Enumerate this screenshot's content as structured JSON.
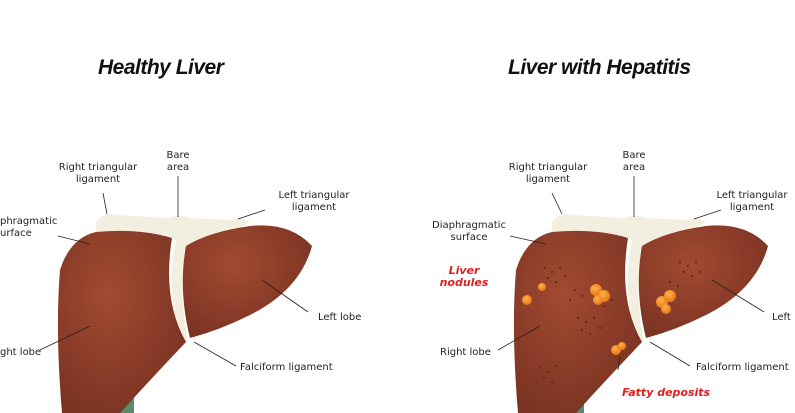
{
  "panels": [
    {
      "title": "Healthy Liver",
      "labels": {
        "right_triangular": "Right triangular\nligament",
        "bare_area": "Bare\narea",
        "left_triangular": "Left triangular\nligament",
        "diaphragmatic": "phragmatic\nurface",
        "left_lobe": "Left lobe",
        "right_lobe": "ght lobe",
        "falciform": "Falciform ligament"
      }
    },
    {
      "title": "Liver with Hepatitis",
      "labels": {
        "right_triangular": "Right triangular\nligament",
        "bare_area": "Bare\narea",
        "left_triangular": "Left triangular\nligament",
        "diaphragmatic": "Diaphragmatic\nsurface",
        "left_lobe": "Left",
        "right_lobe": "Right lobe",
        "falciform": "Falciform ligament",
        "nodules": "Liver\nnodules",
        "fatty": "Fatty deposits"
      }
    }
  ],
  "colors": {
    "liver": "#8e3f2a",
    "liver_dark": "#6f2e1e",
    "ligament": "#f2efe0",
    "gallbladder": "#5f8a6a",
    "annotation_red": "#e02020",
    "fatty": "#f08a1e"
  }
}
